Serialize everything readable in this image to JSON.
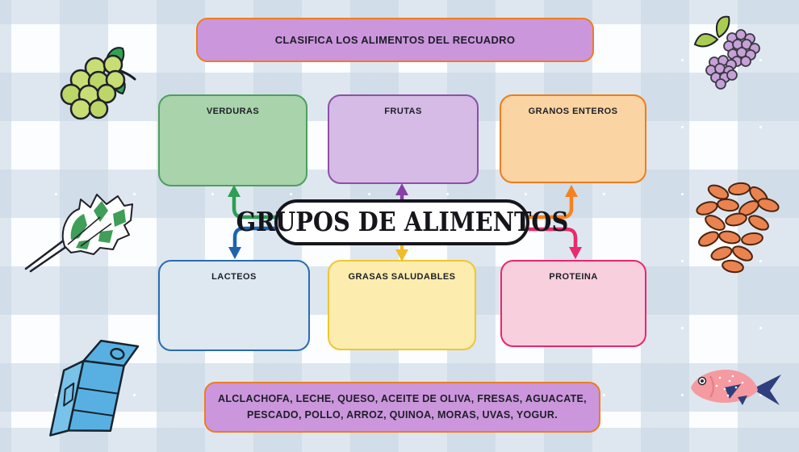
{
  "header": {
    "instruction": "CLASIFICA LOS ALIMENTOS DEL RECUADRO"
  },
  "center": {
    "title": "GRUPOS DE ALIMENTOS"
  },
  "groups": [
    {
      "id": "verduras",
      "label": "VERDURAS",
      "fill": "#a9d3ab",
      "border": "#4e9e5f",
      "arrow": "#2e9e52"
    },
    {
      "id": "frutas",
      "label": "FRUTAS",
      "fill": "#d5bbe5",
      "border": "#8e4fa8",
      "arrow": "#8a3fa8"
    },
    {
      "id": "granos-enteros",
      "label": "GRANOS ENTEROS",
      "fill": "#fad4a2",
      "border": "#ee7c1e",
      "arrow": "#f6821f"
    },
    {
      "id": "lacteos",
      "label": "LACTEOS",
      "fill": "#dde8f0",
      "border": "#2a6cb0",
      "arrow": "#1e63ae"
    },
    {
      "id": "grasas-saludables",
      "label": "GRASAS SALUDABLES",
      "fill": "#fcecae",
      "border": "#eec633",
      "arrow": "#f0bc2a"
    },
    {
      "id": "proteina",
      "label": "PROTEINA",
      "fill": "#f8cfdd",
      "border": "#e9256f",
      "arrow": "#ea2a6d"
    }
  ],
  "footer": {
    "line1": "ALCLACHOFA, LECHE, QUESO, ACEITE DE OLIVA, FRESAS, AGUACATE,",
    "line2": "PESCADO, POLLO, ARROZ, QUINOA, MORAS, UVAS, YOGUR."
  },
  "banner_style": {
    "fill": "#cb96dc",
    "border": "#ee7c1e"
  },
  "illustrations": [
    "grapes",
    "blackberries",
    "leafy-vegetable",
    "almonds",
    "milk-carton",
    "fish"
  ]
}
